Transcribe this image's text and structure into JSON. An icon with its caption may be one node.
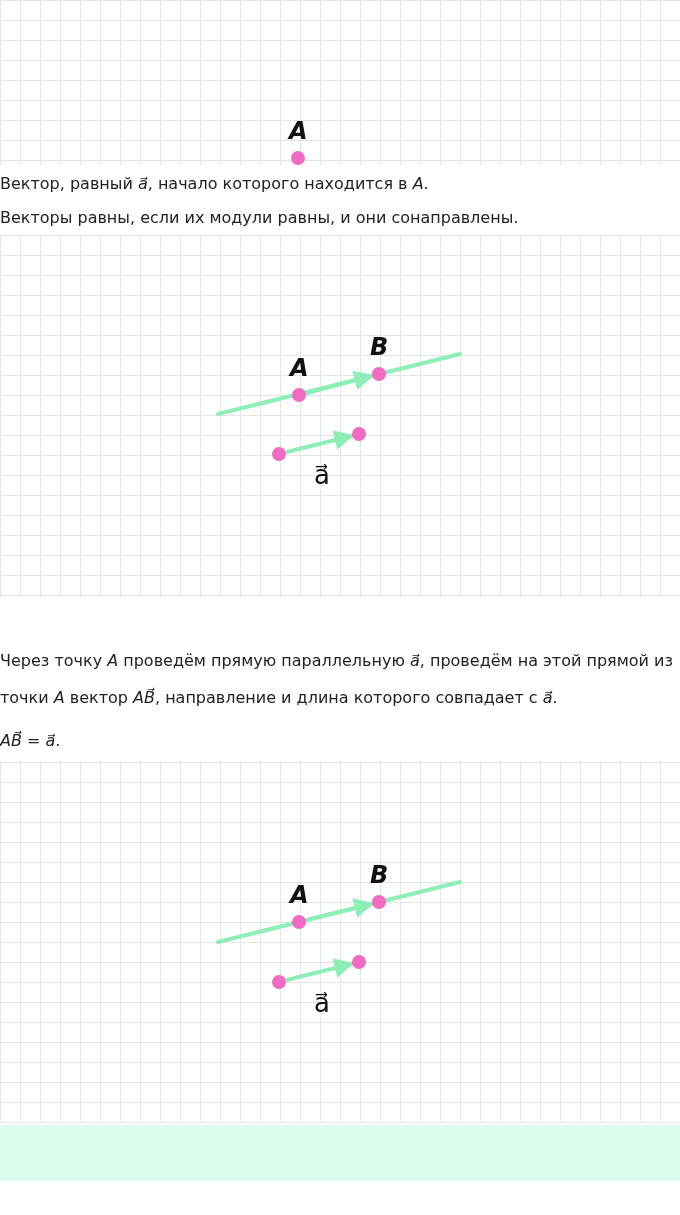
{
  "diagram": {
    "nodes": [
      {
        "text": [],
        "shape": "circle",
        "beside": [
          "A"
        ]
      },
      {
        "text": [],
        "shape": "circle",
        "beside": [
          "A"
        ]
      },
      {
        "text": [],
        "shape": "circle",
        "beside": [
          "B"
        ]
      },
      {
        "text": [],
        "shape": "circle"
      },
      {
        "text": [],
        "shape": "circle"
      },
      {
        "text": [],
        "shape": "circle",
        "beside": [
          "A"
        ]
      },
      {
        "text": [],
        "shape": "circle",
        "beside": [
          "B"
        ]
      },
      {
        "text": [],
        "shape": "circle"
      },
      {
        "text": [],
        "shape": "circle"
      }
    ],
    "edges": [
      {
        "from": 1,
        "to": 2,
        "arrow": "to"
      },
      {
        "from": 3,
        "to": 4,
        "arrow": "to"
      },
      {
        "from": 5,
        "to": 6,
        "arrow": "to"
      },
      {
        "from": 7,
        "to": 8,
        "arrow": "to"
      }
    ],
    "labels": [
      "Вектор, равный *a⃗*, начало которого находится в *A*.",
      "Векторы равны, если их модули равны, и они сонаправлены.",
      "a⃗",
      "Через точку *A* проведём прямую параллельную *a⃗*, проведём на этой прямой из точки *A* вектор *AB⃗*, направление и длина которого совпадает с *a⃗*.",
      "*AB⃗* = *a⃗*.",
      "a⃗"
    ]
  }
}
